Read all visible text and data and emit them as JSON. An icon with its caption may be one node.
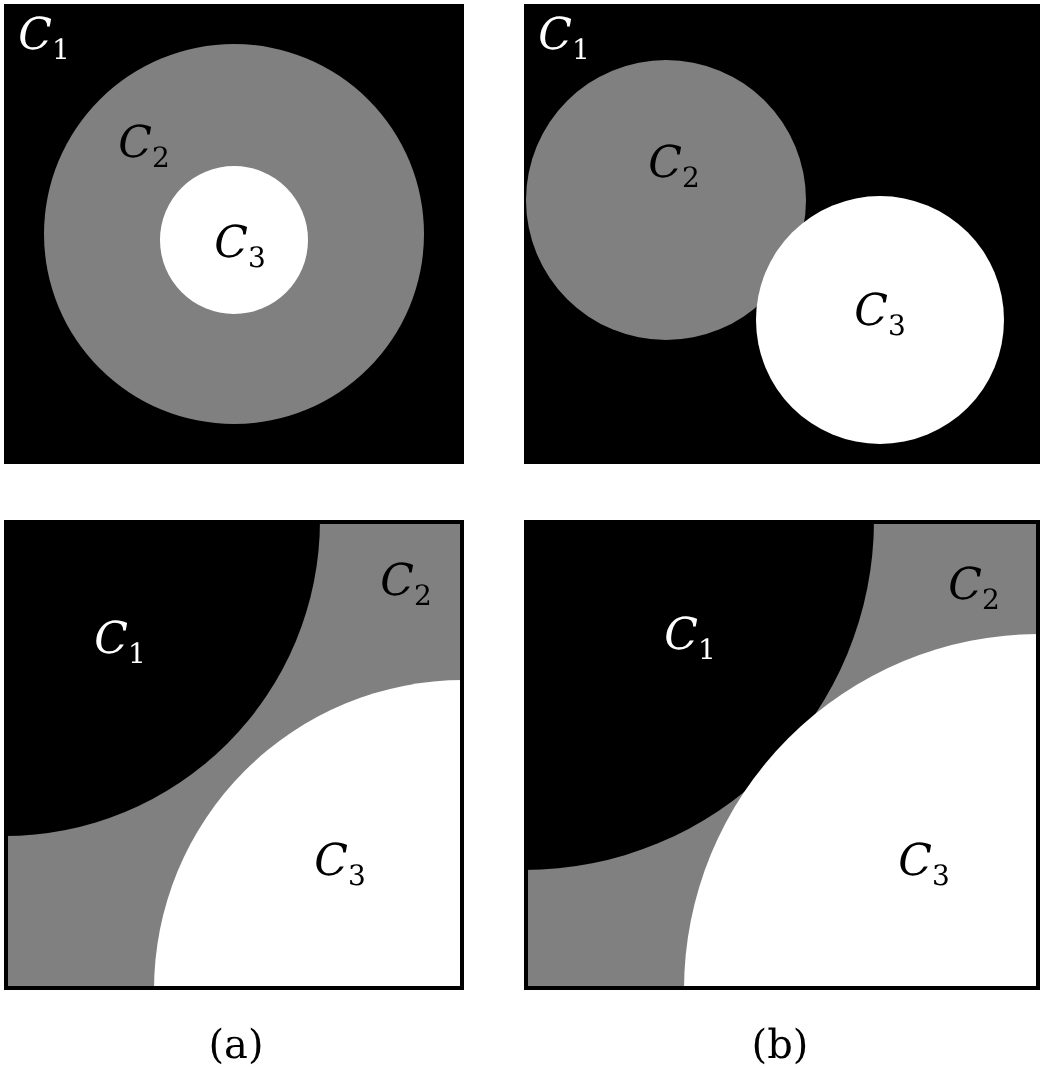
{
  "diagram": {
    "nodes": [
      {
        "text": [
          "C$_{1}$"
        ]
      },
      {
        "text": [
          "C$_{2}$"
        ],
        "in": 0
      },
      {
        "text": [
          "C$_{3}$"
        ],
        "in": 1
      },
      {
        "text": [
          "C$_{1}$"
        ]
      },
      {
        "text": [
          "C$_{2}$"
        ],
        "in": 3
      },
      {
        "text": [
          "C$_{3}$"
        ],
        "in": 3
      },
      {
        "text": [
          "C$_{2}$"
        ]
      },
      {
        "text": [
          "C$_{1}$"
        ],
        "in": 6
      },
      {
        "text": [
          "C$_{3}$"
        ],
        "in": 6
      },
      {
        "text": [
          "C$_{2}$"
        ]
      },
      {
        "text": [
          "C$_{1}$"
        ],
        "in": 9
      },
      {
        "text": [
          "C$_{3}$"
        ],
        "in": 9
      }
    ],
    "labels": [
      "(a)",
      "(b)"
    ]
  }
}
